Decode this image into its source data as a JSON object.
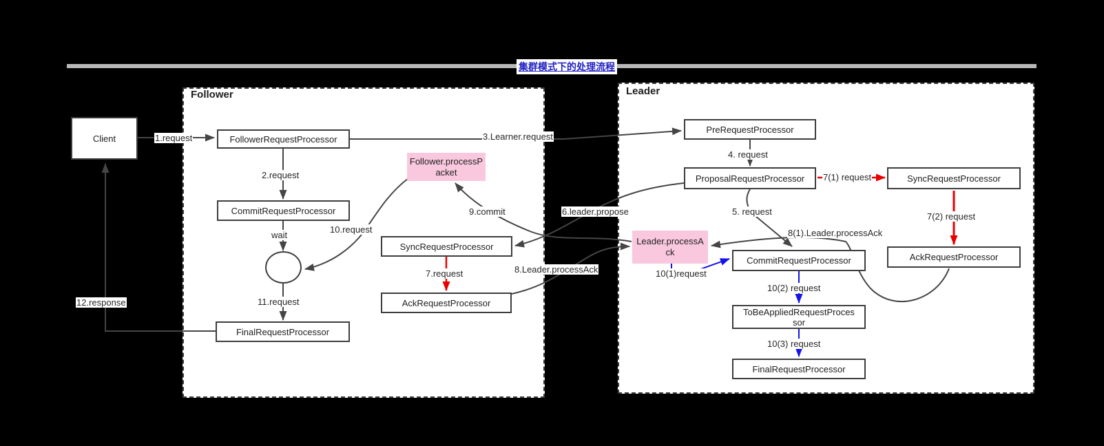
{
  "title": {
    "text": "集群模式下的处理流程"
  },
  "client": {
    "label": "Client"
  },
  "follower": {
    "title": "Follower",
    "request_processor": "FollowerRequestProcessor",
    "commit_processor": "CommitRequestProcessor",
    "sync_processor": "SyncRequestProcessor",
    "ack_processor": "AckRequestProcessor",
    "final_processor": "FinalRequestProcessor",
    "process_packet": "Follower.processPacket"
  },
  "leader": {
    "title": "Leader",
    "pre_processor": "PreRequestProcessor",
    "proposal_processor": "ProposalRequestProcessor",
    "sync_processor": "SyncRequestProcessor",
    "ack_processor": "AckRequestProcessor",
    "commit_processor": "CommitRequestProcessor",
    "tobe_applied_processor": "ToBeAppliedRequestProcessor",
    "final_processor": "FinalRequestProcessor",
    "process_ack": "Leader.processAck"
  },
  "edges": {
    "step1": "1.request",
    "step2": "2.request",
    "step3": "3.Learner.request",
    "step4": "4. request",
    "step5": "5. request",
    "step6": "6.leader.propose",
    "step7f": "7.request",
    "step7_1": "7(1) request",
    "step7_2": "7(2) request",
    "step8": "8.Leader.processAck",
    "step8_1": "8(1).Leader.processAck",
    "step9": "9.commit",
    "step10": "10.request",
    "step10_1": "10(1)request",
    "step10_2": "10(2) request",
    "step10_3": "10(3) request",
    "step11": "11.request",
    "step12": "12.response",
    "wait": "wait"
  },
  "colors": {
    "line": "#454545",
    "red": "#e80000",
    "blue": "#1414e8",
    "pink": "#f9c8de",
    "title_blue": "#2121c4",
    "bar_gray": "#b8b8b8"
  }
}
